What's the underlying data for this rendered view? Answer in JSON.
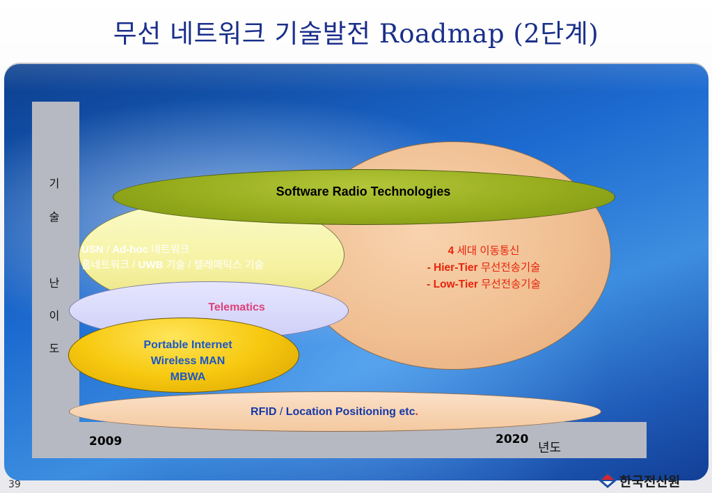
{
  "title": "무선 네트워크 기술발전 Roadmap (2단계)",
  "y_axis": {
    "chars": [
      "기",
      "술",
      "난",
      "이",
      "도"
    ]
  },
  "x_axis": {
    "start": "2009",
    "end": "2020",
    "label": "년도"
  },
  "ellipses": {
    "software_radio": {
      "label": "Software Radio Technologies"
    },
    "usn": {
      "line1": {
        "usn": "USN",
        "sep": " / ",
        "adhoc": "Ad-hoc",
        "net": " 네트워크"
      },
      "line2": {
        "home": "홈네트워크 / ",
        "uwb": "UWB",
        "rest": " 기술 / 텔레매틱스 기술"
      }
    },
    "fourth_gen": {
      "line1": {
        "num": "4",
        "text": " 세대 이동통신"
      },
      "line2": {
        "prefix": "- Hier-Tier",
        "text": " 무선전송기술"
      },
      "line3": {
        "prefix": "- Low-Tier",
        "text": " 무선전송기술"
      }
    },
    "telematics": {
      "label": "Telematics"
    },
    "portable": {
      "line1": "Portable Internet",
      "line2": "Wireless MAN",
      "line3": "MBWA"
    },
    "rfid": {
      "rfid": "RFID",
      "sep": " / ",
      "rest": "Location Positioning etc",
      "dot": "."
    }
  },
  "footer": {
    "slide_number": "39",
    "logo_text": "한국전산원"
  },
  "colors": {
    "title": "#1a2f8a",
    "panel": "#1c6ad0",
    "axis_bar": "#b7b9c2",
    "software_radio": "#96ac1c",
    "fourth_gen": "#f0bf92",
    "usn": "#f6f2a2",
    "telematics": "#cfcff8",
    "portable": "#f7c910",
    "rfid": "#f4c9a0",
    "fourth_gen_text": "#e8230a",
    "telematics_text": "#e0407a",
    "portable_text": "#1a57c8",
    "rfid_text": "#1538a8",
    "logo_red": "#d9262b",
    "logo_blue": "#1d4fa3"
  }
}
